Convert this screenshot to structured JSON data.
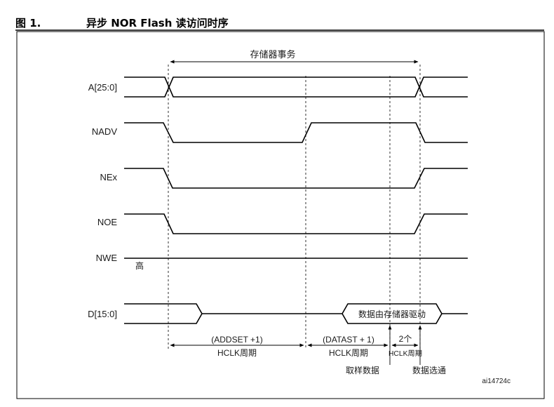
{
  "header": {
    "figure_number": "图 1.",
    "title": "异步 NOR Flash 读访问时序"
  },
  "top_span_label": "存储器事务",
  "signals": {
    "addr": "A[25:0]",
    "nadv": "NADV",
    "nex": "NEx",
    "noe": "NOE",
    "nwe": "NWE",
    "data": "D[15:0]"
  },
  "nwe_level": "高",
  "data_driven_label": "数据由存储器驱动",
  "intervals": {
    "addset_top": "(ADDSET +1)",
    "addset_bottom": "HCLK周期",
    "datast_top": "(DATAST + 1)",
    "datast_bottom": "HCLK周期",
    "hold_top": "2个",
    "hold_bottom": "HCLK周期"
  },
  "markers": {
    "sample": "取样数据",
    "strobe": "数据选通"
  },
  "figure_id": "ai14724c"
}
